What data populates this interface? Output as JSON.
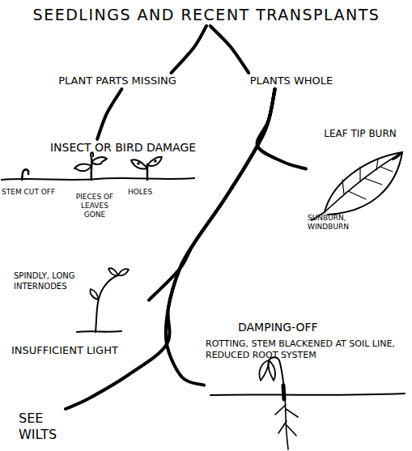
{
  "diagram": {
    "nodes": [
      {
        "text": [
          "SEEDLINGS AND RECENT TRANSPLANTS"
        ]
      },
      {
        "text": [
          "PLANT PARTS MISSING"
        ]
      },
      {
        "text": [
          "PLANTS WHOLE"
        ]
      },
      {
        "text": [
          "INSECT OR BIRD DAMAGE"
        ]
      },
      {
        "text": [
          "LEAF TIP BURN",
          "SUNBURN, WINDBURN"
        ]
      },
      {
        "text": [
          "SPINDLY, LONG INTERNODES",
          "INSUFFICIENT LIGHT"
        ]
      },
      {
        "text": [
          "DAMPING-OFF",
          "ROTTING, STEM BLACKENED AT SOIL LINE, REDUCED ROOT SYSTEM"
        ]
      },
      {
        "text": [
          "SEE WILTS"
        ]
      }
    ],
    "edges": [
      {
        "from": 0,
        "to": 1,
        "arrow": "none"
      },
      {
        "from": 0,
        "to": 2,
        "arrow": "none"
      },
      {
        "from": 1,
        "to": 3,
        "arrow": "none"
      },
      {
        "from": 2,
        "to": 4,
        "arrow": "none"
      },
      {
        "from": 2,
        "to": 5,
        "arrow": "none"
      },
      {
        "from": 2,
        "to": 6,
        "arrow": "none"
      },
      {
        "from": 2,
        "to": 7,
        "arrow": "none"
      }
    ],
    "labels": [
      "STEM CUT OFF",
      "PIECES OF LEAVES GONE",
      "HOLES"
    ]
  }
}
